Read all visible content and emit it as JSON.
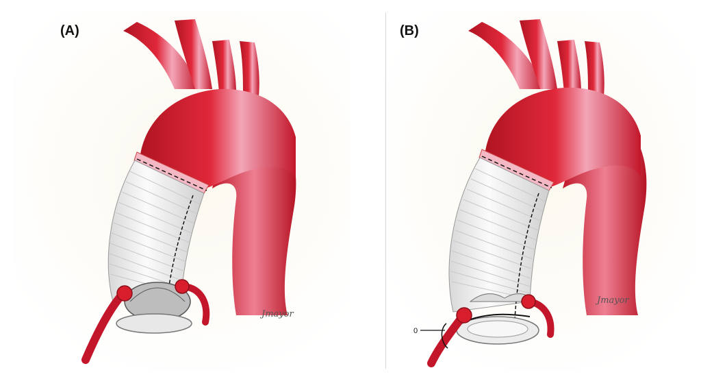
{
  "panels": [
    {
      "id": "A",
      "label": "(A)",
      "signature": "Jmayor"
    },
    {
      "id": "B",
      "label": "(B)",
      "signature": "Jmayor",
      "marker_label": "0"
    }
  ],
  "colors": {
    "aorta": "#d81e2c",
    "aorta_highlight": "#f2a0b0",
    "aorta_dark": "#a3121d",
    "graft": "#f1f1f1",
    "graft_rib": "#c9c9c9",
    "suture": "#111111",
    "valve": "#bdbdbd",
    "background": "#faf7ef"
  }
}
